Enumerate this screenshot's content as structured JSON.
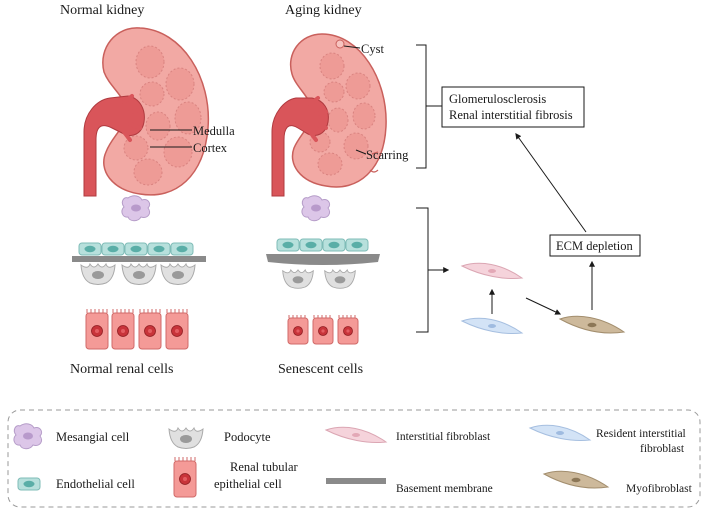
{
  "titles": {
    "normal_kidney": "Normal kidney",
    "aging_kidney": "Aging kidney"
  },
  "kidney_labels": {
    "medulla": "Medulla",
    "cortex": "Cortex",
    "cyst": "Cyst",
    "scarring": "Scarring"
  },
  "outcomes": {
    "line1": "Glomerulosclerosis",
    "line2": "Renal interstitial fibrosis",
    "ecm": "ECM depletion"
  },
  "captions": {
    "normal_cells": "Normal renal cells",
    "senescent_cells": "Senescent cells"
  },
  "legend": {
    "mesangial": "Mesangial cell",
    "podocyte": "Podocyte",
    "interstitial_fibroblast": "Interstitial fibroblast",
    "resident_line1": "Resident interstitial",
    "resident_line2": "fibroblast",
    "endothelial": "Endothelial cell",
    "tubular_line1": "Renal tubular",
    "tubular_line2": "epithelial cell",
    "basement": "Basement membrane",
    "myofibroblast": "Myofibroblast"
  },
  "colors": {
    "kidney_body": "#f2a9a4",
    "kidney_outline": "#c9605c",
    "renal_vessel": "#d9555a",
    "endothelial": "#b7e0dc",
    "podocyte": "#dcdcdc",
    "membrane": "#8a8a8a",
    "mesangial": "#d9c3e6",
    "tubular": "#f28b8b",
    "pink_fibroblast": "#f4d2da",
    "blue_fibroblast": "#cfe0f5",
    "myofibroblast": "#cdb99b"
  }
}
